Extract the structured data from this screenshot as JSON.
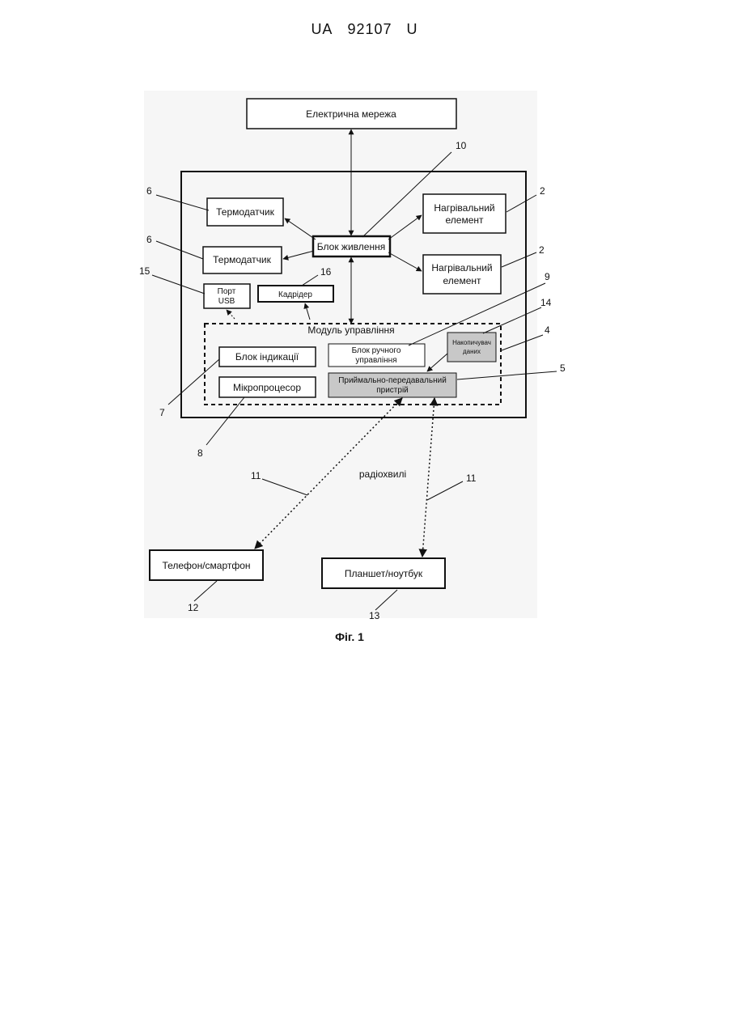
{
  "header": {
    "country": "UA",
    "number": "92107",
    "kind": "U"
  },
  "blocks": {
    "grid": "Електрична мережа",
    "power": "Блок живлення",
    "thermo1": "Термодатчик",
    "thermo2": "Термодатчик",
    "heater1": [
      "Нагрівальний",
      "елемент"
    ],
    "heater2": [
      "Нагрівальний",
      "елемент"
    ],
    "usb": [
      "Порт",
      "USB"
    ],
    "cardreader": "Кадрідер",
    "control_module": "Модуль управління",
    "indication": "Блок індикації",
    "manual": [
      "Блок ручного",
      "управління"
    ],
    "storage": [
      "Накопичувач",
      "даних"
    ],
    "microprocessor": "Мікропроцесор",
    "transceiver": [
      "Приймально-передавальний",
      "пристрій"
    ],
    "phone": "Телефон/смартфон",
    "tablet": "Планшет/ноутбук",
    "radio": "радіохвилі"
  },
  "refs": {
    "r10": "10",
    "r6a": "6",
    "r6b": "6",
    "r2a": "2",
    "r2b": "2",
    "r15": "15",
    "r16": "16",
    "r9": "9",
    "r14": "14",
    "r4": "4",
    "r5": "5",
    "r7": "7",
    "r8": "8",
    "r11a": "11",
    "r11b": "11",
    "r12": "12",
    "r13": "13"
  },
  "caption": "Фіг. 1"
}
